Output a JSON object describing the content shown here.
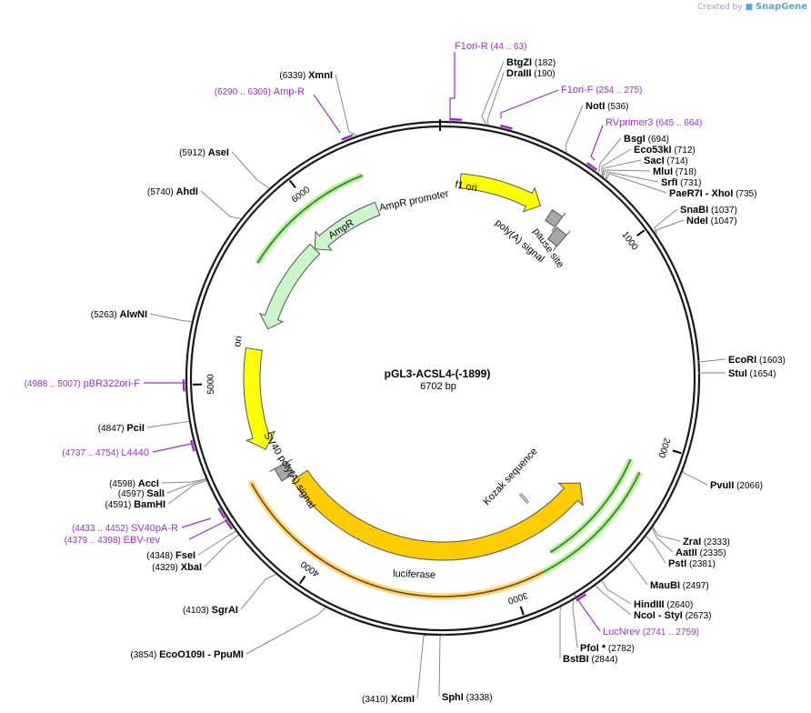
{
  "credit": {
    "prefix": "Created by",
    "brand": "SnapGene"
  },
  "plasmid": {
    "name": "pGL3-ACSL4-(-1899)",
    "size_label": "6702 bp",
    "length": 6702
  },
  "ticks": [
    {
      "bp": 1000,
      "label": "1000"
    },
    {
      "bp": 2000,
      "label": "2000"
    },
    {
      "bp": 3000,
      "label": "3000"
    },
    {
      "bp": 4000,
      "label": "4000"
    },
    {
      "bp": 5000,
      "label": "5000"
    },
    {
      "bp": 6000,
      "label": "6000"
    }
  ],
  "enzymes": [
    {
      "name": "BtgZI",
      "pos": "(182)",
      "bp": 182
    },
    {
      "name": "DraIII",
      "pos": "(190)",
      "bp": 190
    },
    {
      "name": "NotI",
      "pos": "(536)",
      "bp": 536
    },
    {
      "name": "BsgI",
      "pos": "(694)",
      "bp": 694
    },
    {
      "name": "Eco53kI",
      "pos": "(712)",
      "bp": 712
    },
    {
      "name": "SacI",
      "pos": "(714)",
      "bp": 714
    },
    {
      "name": "MluI",
      "pos": "(718)",
      "bp": 718
    },
    {
      "name": "SrfI",
      "pos": "(731)",
      "bp": 731
    },
    {
      "name": "PaeR7I",
      "extra": "XhoI",
      "pos": "(735)",
      "bp": 735
    },
    {
      "name": "SnaBI",
      "pos": "(1037)",
      "bp": 1037
    },
    {
      "name": "NdeI",
      "pos": "(1047)",
      "bp": 1047
    },
    {
      "name": "EcoRI",
      "pos": "(1603)",
      "bp": 1603
    },
    {
      "name": "StuI",
      "pos": "(1654)",
      "bp": 1654
    },
    {
      "name": "PvuII",
      "pos": "(2066)",
      "bp": 2066
    },
    {
      "name": "ZraI",
      "pos": "(2333)",
      "bp": 2333
    },
    {
      "name": "AatII",
      "pos": "(2335)",
      "bp": 2335
    },
    {
      "name": "PstI",
      "pos": "(2381)",
      "bp": 2381
    },
    {
      "name": "MauBI",
      "pos": "(2497)",
      "bp": 2497
    },
    {
      "name": "HindIII",
      "pos": "(2640)",
      "bp": 2640
    },
    {
      "name": "NcoI",
      "extra": "StyI",
      "pos": "(2673)",
      "bp": 2673
    },
    {
      "name": "PfoI *",
      "pos": "(2782)",
      "bp": 2782
    },
    {
      "name": "BstBI",
      "pos": "(2844)",
      "bp": 2844
    },
    {
      "name": "SphI",
      "pos": "(3338)",
      "bp": 3338
    },
    {
      "name": "XcmI",
      "pos": "(3410)",
      "bp": 3410
    },
    {
      "name": "EcoO109I",
      "extra": "PpuMI",
      "pos": "(3854)",
      "bp": 3854
    },
    {
      "name": "SgrAI",
      "pos": "(4103)",
      "bp": 4103
    },
    {
      "name": "XbaI",
      "pos": "(4329)",
      "bp": 4329
    },
    {
      "name": "FseI",
      "pos": "(4348)",
      "bp": 4348
    },
    {
      "name": "BamHI",
      "pos": "(4591)",
      "bp": 4591
    },
    {
      "name": "SalI",
      "pos": "(4597)",
      "bp": 4597
    },
    {
      "name": "AccI",
      "pos": "(4598)",
      "bp": 4598
    },
    {
      "name": "PciI",
      "pos": "(4847)",
      "bp": 4847
    },
    {
      "name": "AlwNI",
      "pos": "(5263)",
      "bp": 5263
    },
    {
      "name": "AhdI",
      "pos": "(5740)",
      "bp": 5740
    },
    {
      "name": "AseI",
      "pos": "(5912)",
      "bp": 5912
    },
    {
      "name": "XmnI",
      "pos": "(6339)",
      "bp": 6339
    }
  ],
  "primers": [
    {
      "name": "F1ori-R",
      "pos": "(44 .. 63)",
      "start": 44,
      "end": 63
    },
    {
      "name": "F1ori-F",
      "pos": "(254 .. 275)",
      "start": 254,
      "end": 275
    },
    {
      "name": "RVprimer3",
      "pos": "(645 .. 664)",
      "start": 645,
      "end": 664
    },
    {
      "name": "LucNrev",
      "pos": "(2741 .. 2759)",
      "start": 2741,
      "end": 2759
    },
    {
      "name": "EBV-rev",
      "pos": "(4379 .. 4398)",
      "start": 4379,
      "end": 4398
    },
    {
      "name": "SV40pA-R",
      "pos": "(4433 .. 4452)",
      "start": 4433,
      "end": 4452
    },
    {
      "name": "L4440",
      "pos": "(4737 .. 4754)",
      "start": 4737,
      "end": 4754
    },
    {
      "name": "pBR322ori-F",
      "pos": "(4988 .. 5007)",
      "start": 4988,
      "end": 5007
    },
    {
      "name": "Amp-R",
      "pos": "(6290 .. 6309)",
      "start": 6290,
      "end": 6309
    }
  ],
  "features": {
    "f1_ori": "f1 ori",
    "pause_site": "pause site",
    "polya_signal": "poly(A) signal",
    "ampr_promoter": "AmpR promoter",
    "ampr": "AmpR",
    "ori": "ori",
    "sv40_polya": "SV40 poly(A) signal",
    "luciferase": "luciferase",
    "kozak": "Kozak sequence"
  },
  "colors": {
    "backbone": "#1a1a1a",
    "primer": "#9b30c8",
    "f1_ori": "#ffff00",
    "ori": "#ffff00",
    "ampr": "#ccf5cc",
    "luciferase": "#ffcc00",
    "orf_green": "#2e8b22",
    "orf_glow_green": "#b8f0a0",
    "orf_glow_orange": "#ffd27a",
    "polya_gray": "#a8a8a8"
  }
}
